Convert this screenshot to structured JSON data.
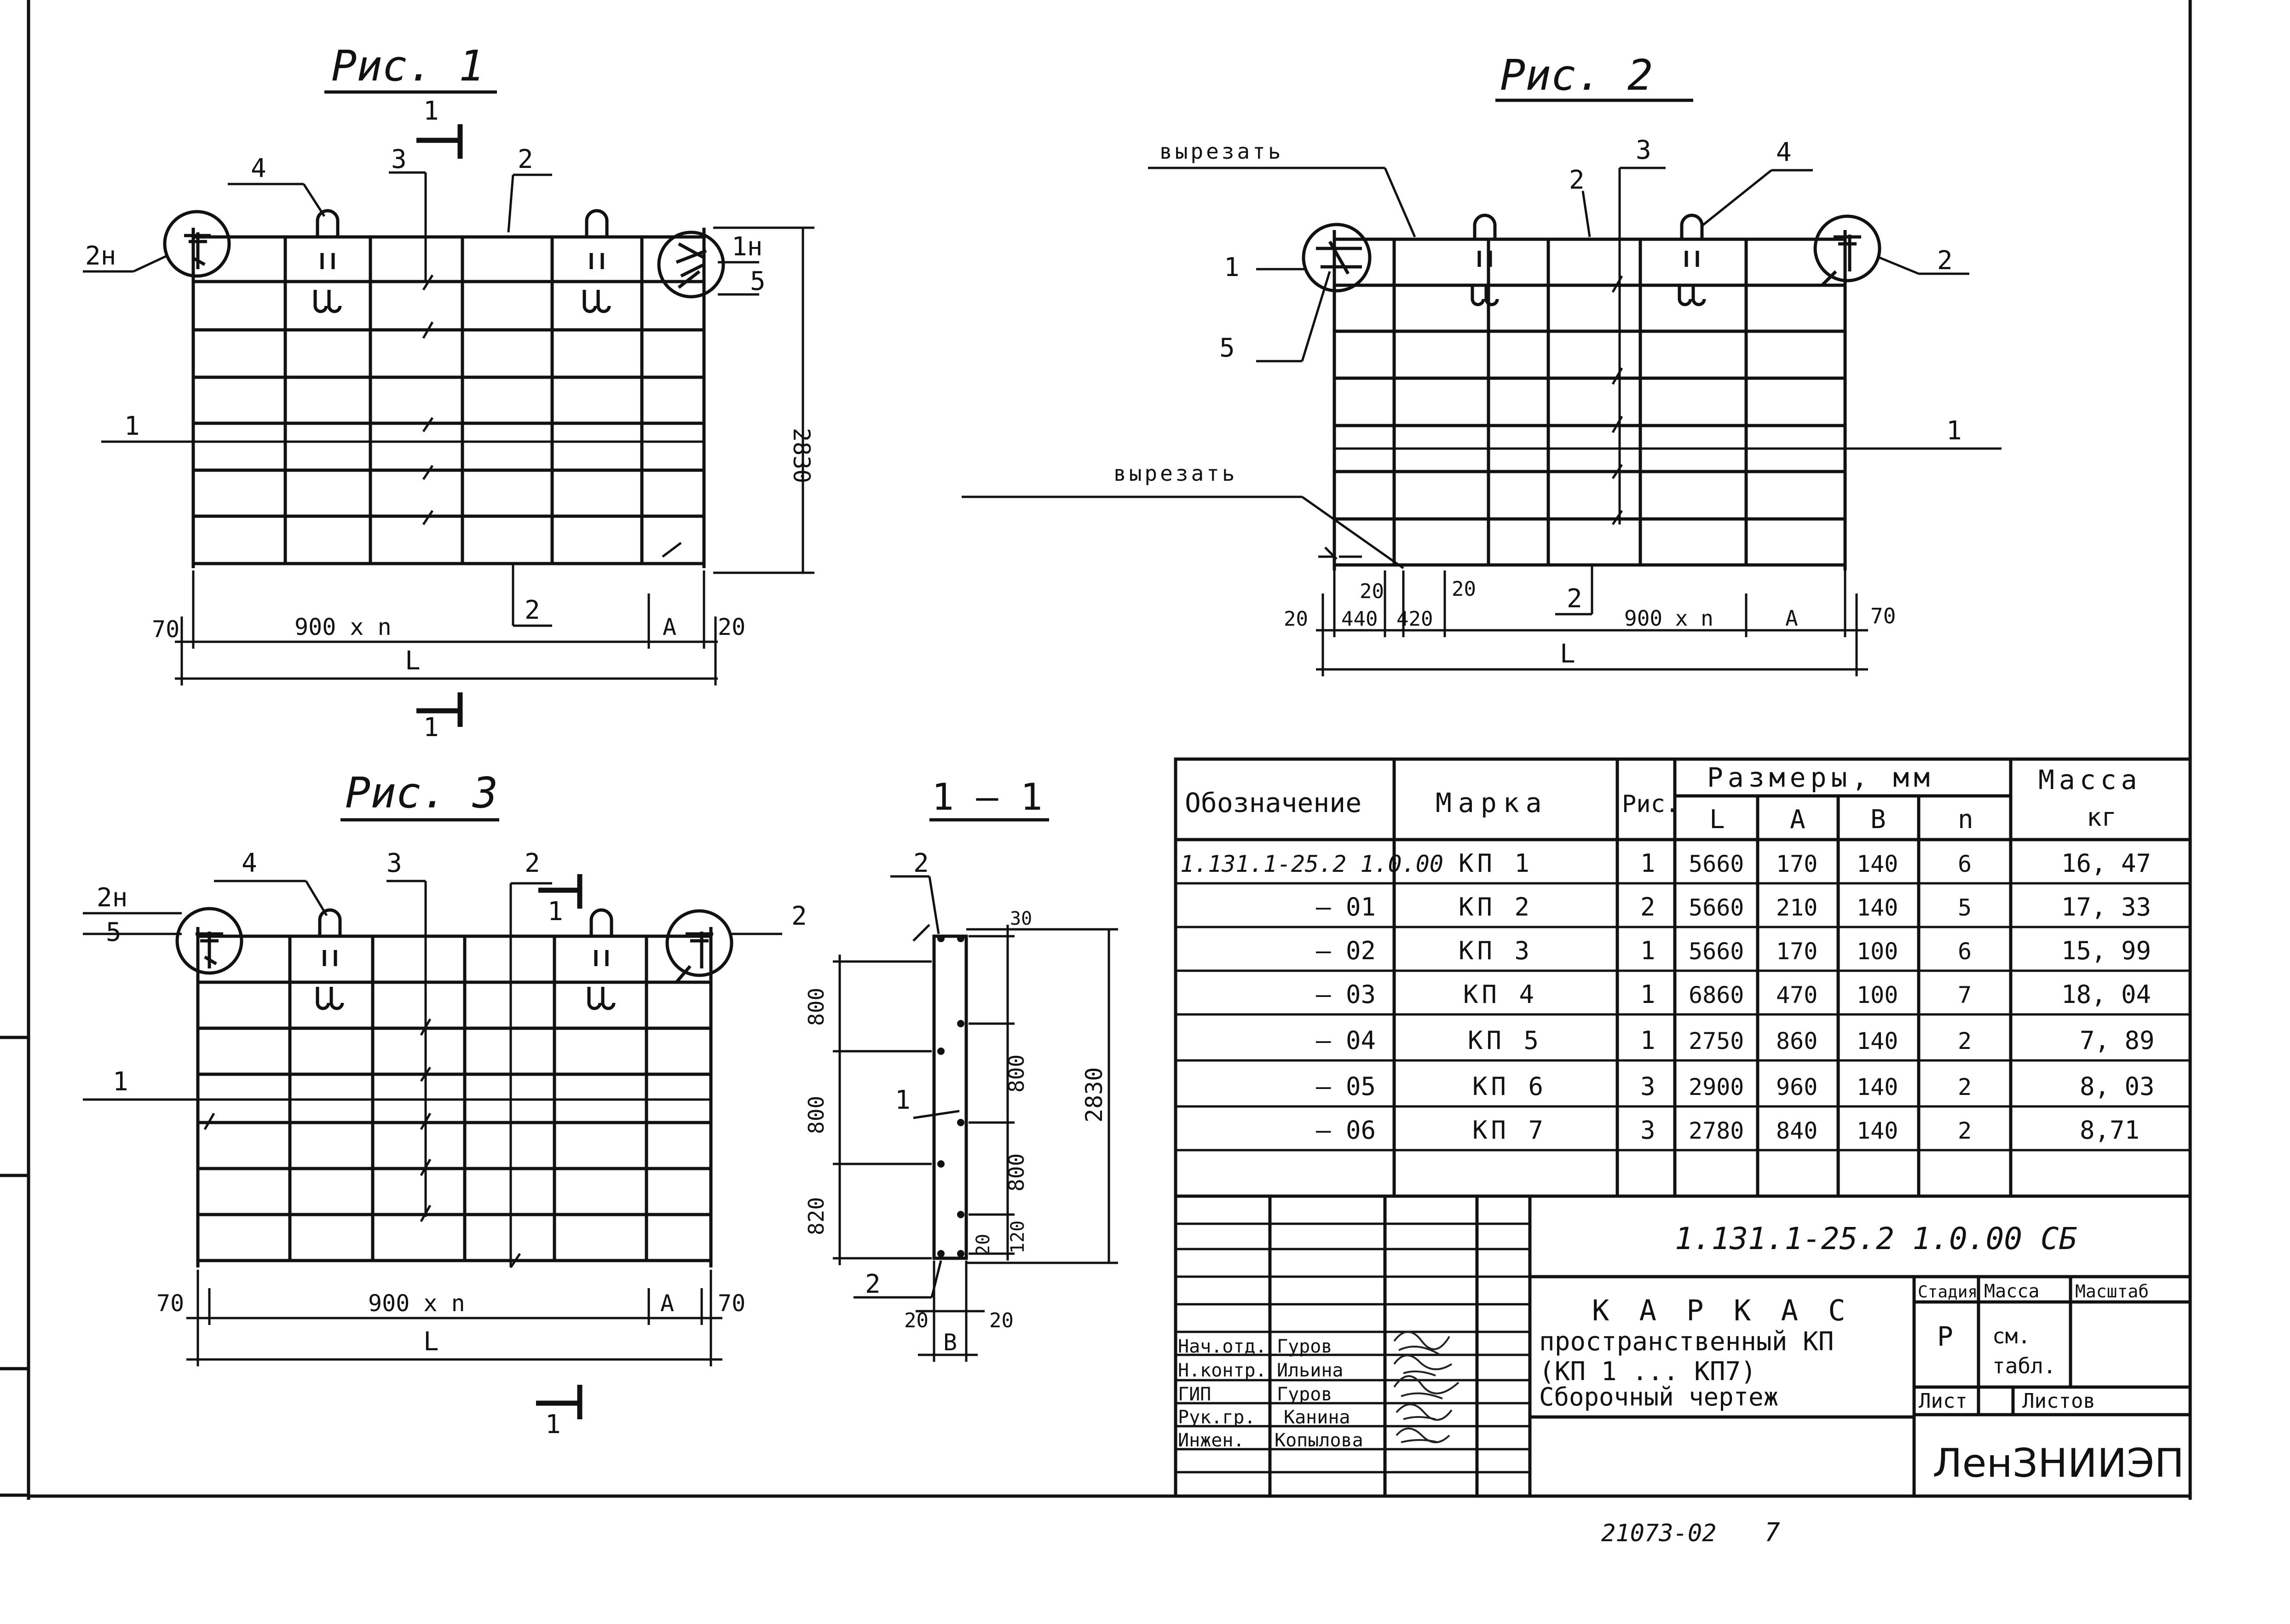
{
  "figures": {
    "fig1": {
      "title": "Рис. 1",
      "labels": {
        "pos4": "4",
        "pos3": "3",
        "pos2": "2",
        "pos2h": "2н",
        "pos1": "1",
        "pos1h": "1н",
        "pos5": "5",
        "pos2b": "2",
        "sec": "1"
      },
      "dims": {
        "left": "70",
        "span": "900 x n",
        "a": "A",
        "right": "20",
        "total": "L",
        "height": "2830"
      }
    },
    "fig2": {
      "title": "Рис. 2",
      "labels": {
        "cut_top": "вырезать",
        "cut_bottom": "вырезать",
        "pos3": "3",
        "pos4": "4",
        "pos2": "2",
        "pos1": "1",
        "pos5": "5",
        "pos2r": "2",
        "pos1r": "1",
        "pos2b": "2"
      },
      "dims": {
        "d20a": "20",
        "d440": "440",
        "d20b": "20",
        "d420": "420",
        "d20c": "20",
        "span": "900 x n",
        "a": "A",
        "right": "70",
        "total": "L"
      }
    },
    "fig3": {
      "title": "Рис. 3",
      "labels": {
        "pos4": "4",
        "pos3": "3",
        "pos2": "2",
        "pos2h": "2н",
        "pos5": "5",
        "pos2r": "2",
        "pos1": "1",
        "sec": "1"
      },
      "dims": {
        "left": "70",
        "span": "900 x n",
        "a": "A",
        "right": "70",
        "total": "L"
      }
    },
    "section": {
      "title": "1 — 1",
      "labels": {
        "pos2": "2",
        "pos1": "1",
        "pos2b": "2",
        "b": "B"
      },
      "dims": {
        "d800a": "800",
        "d800b": "800",
        "d820": "820",
        "d30": "30",
        "d800c": "800",
        "d800d": "800",
        "d20v": "20",
        "d120": "120",
        "total": "2830",
        "d20a": "20",
        "d20b": "20"
      }
    }
  },
  "spec_table": {
    "headers": {
      "designation": "Обозначение",
      "mark": "Марка",
      "fig": "Рис.",
      "sizes": "Размеры, мм",
      "mass": "Масса",
      "mass_unit": "кг",
      "l": "L",
      "a": "A",
      "b": "B",
      "n": "n"
    },
    "rows": [
      {
        "designation": "1.131.1-25.2  1.0.00",
        "mark": "КП 1",
        "fig": "1",
        "l": "5660",
        "a": "170",
        "b": "140",
        "n": "6",
        "mass": "16, 47"
      },
      {
        "designation": "— 01",
        "mark": "КП 2",
        "fig": "2",
        "l": "5660",
        "a": "210",
        "b": "140",
        "n": "5",
        "mass": "17, 33"
      },
      {
        "designation": "— 02",
        "mark": "КП 3",
        "fig": "1",
        "l": "5660",
        "a": "170",
        "b": "100",
        "n": "6",
        "mass": "15, 99"
      },
      {
        "designation": "— 03",
        "mark": "КП 4",
        "fig": "1",
        "l": "6860",
        "a": "470",
        "b": "100",
        "n": "7",
        "mass": "18, 04"
      },
      {
        "designation": "— 04",
        "mark": "КП 5",
        "fig": "1",
        "l": "2750",
        "a": "860",
        "b": "140",
        "n": "2",
        "mass": "7, 89"
      },
      {
        "designation": "— 05",
        "mark": "КП 6",
        "fig": "3",
        "l": "2900",
        "a": "960",
        "b": "140",
        "n": "2",
        "mass": "8, 03"
      },
      {
        "designation": "— 06",
        "mark": "КП 7",
        "fig": "3",
        "l": "2780",
        "a": "840",
        "b": "140",
        "n": "2",
        "mass": "8,71"
      }
    ]
  },
  "title_block": {
    "doc_code": "1.131.1-25.2   1.0.00 СБ",
    "title_line1": "К А Р К А С",
    "title_line2": "пространственный КП",
    "title_line3": "(КП 1 ...   КП7)",
    "title_line4": "Сборочный чертеж",
    "stage_label": "Стадия",
    "mass_label": "Масса",
    "scale_label": "Масштаб",
    "stage_value": "Р",
    "mass_value1": "см.",
    "mass_value2": "табл.",
    "sheet_label": "Лист",
    "sheets_label": "Листов",
    "org": "ЛенЗНИИЭП",
    "staff": [
      {
        "role": "Нач.отд.",
        "name": "Гуров"
      },
      {
        "role": "Н.контр.",
        "name": "Ильина"
      },
      {
        "role": "ГИП",
        "name": "Гуров"
      },
      {
        "role": "Рук.гр.",
        "name": "Канина"
      },
      {
        "role": "Инжен.",
        "name": "Копылова"
      }
    ]
  },
  "footer": {
    "number": "21073-02",
    "page": "7"
  }
}
